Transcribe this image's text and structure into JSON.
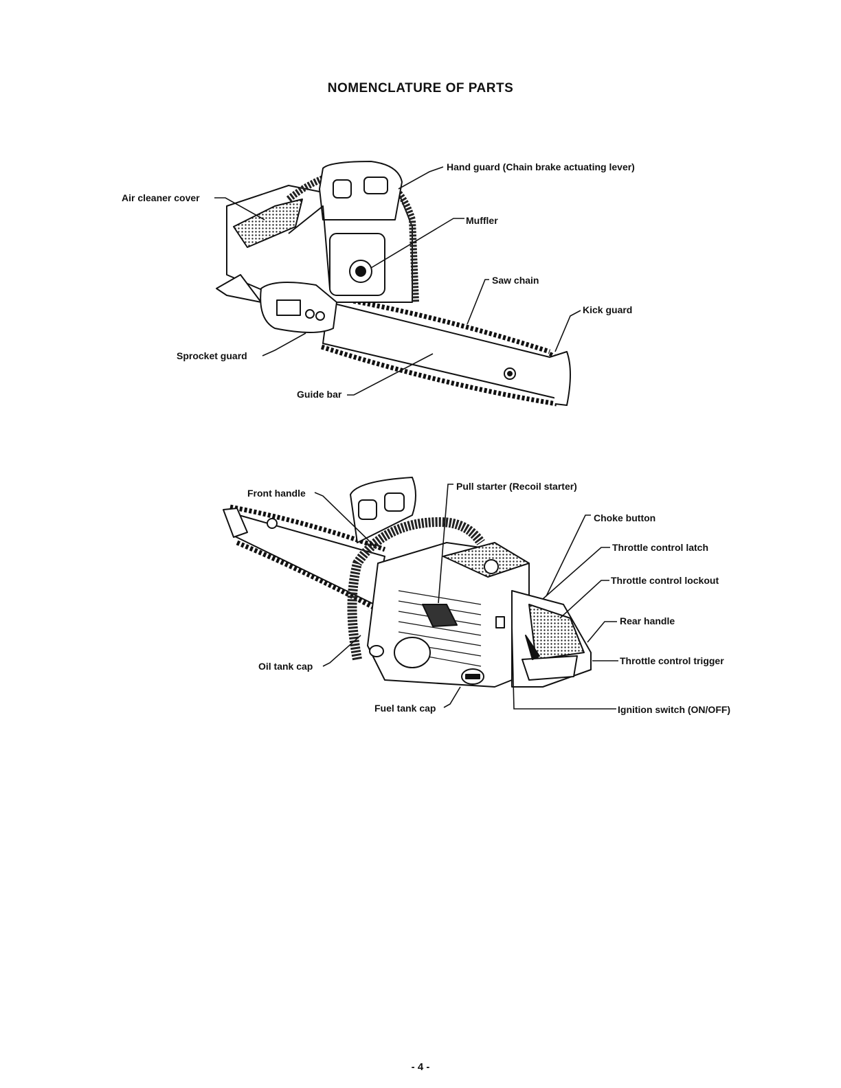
{
  "page": {
    "title": "NOMENCLATURE OF PARTS",
    "page_number": "- 4 -"
  },
  "figure_top": {
    "labels": {
      "hand_guard": "Hand guard (Chain brake actuating lever)",
      "air_cleaner_cover": "Air cleaner cover",
      "muffler": "Muffler",
      "saw_chain": "Saw chain",
      "kick_guard": "Kick guard",
      "sprocket_guard": "Sprocket guard",
      "guide_bar": "Guide bar"
    }
  },
  "figure_bottom": {
    "labels": {
      "front_handle": "Front handle",
      "pull_starter": "Pull starter (Recoil starter)",
      "choke_button": "Choke button",
      "throttle_control_latch": "Throttle control latch",
      "throttle_control_lockout": "Throttle control lockout",
      "rear_handle": "Rear handle",
      "throttle_control_trigger": "Throttle control trigger",
      "oil_tank_cap": "Oil tank cap",
      "fuel_tank_cap": "Fuel tank cap",
      "ignition_switch": "Ignition switch (ON/OFF)"
    }
  }
}
